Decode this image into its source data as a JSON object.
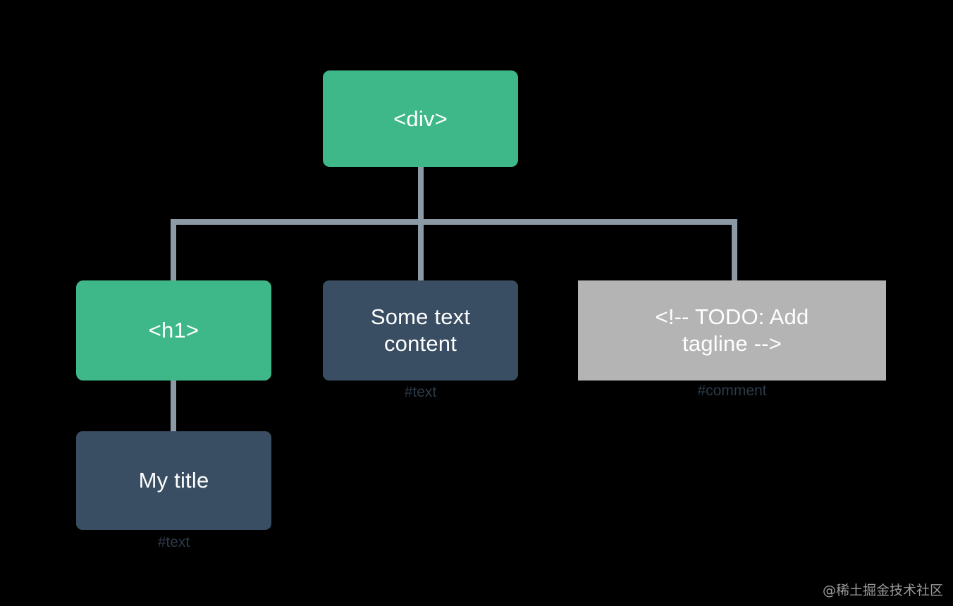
{
  "diagram": {
    "title": "DOM tree diagram",
    "background_color": "#000000",
    "connector_color": "#8b9aa5",
    "colors": {
      "element_node": "#3fb889",
      "text_node": "#3a4e63",
      "comment_node": "#b4b4b4",
      "node_label": "#ffffff",
      "caption": "#2c3a49"
    },
    "nodes": {
      "root": {
        "label": "<div>",
        "type": "element",
        "caption": ""
      },
      "h1": {
        "label": "<h1>",
        "type": "element",
        "caption": ""
      },
      "some_text": {
        "label": "Some text\ncontent",
        "line1": "Some text",
        "line2": "content",
        "type": "text",
        "caption": "#text"
      },
      "comment": {
        "label": "<!-- TODO: Add tagline  -->",
        "line1": "<!-- TODO: Add",
        "line2": "tagline  -->",
        "type": "comment",
        "caption": "#comment"
      },
      "my_title": {
        "label": "My title",
        "type": "text",
        "caption": "#text"
      }
    }
  },
  "watermark": {
    "text": "@稀土掘金技术社区"
  }
}
